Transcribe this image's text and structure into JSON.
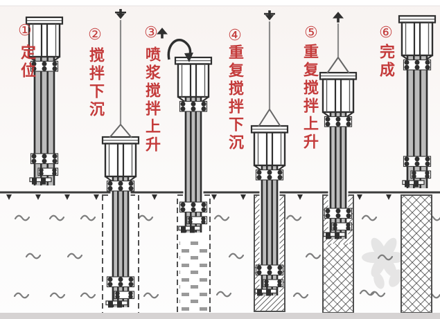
{
  "steps": [
    {
      "number": "①",
      "label": "定位",
      "icons": []
    },
    {
      "number": "②",
      "label": "搅拌下沉",
      "icons": [
        "lower-arrow"
      ]
    },
    {
      "number": "③",
      "label": "喷浆搅拌上升",
      "icons": [
        "raise-arrow",
        "grout-injection-arrow"
      ]
    },
    {
      "number": "④",
      "label": "重复搅拌下沉",
      "icons": [
        "lower-arrow"
      ]
    },
    {
      "number": "⑤",
      "label": "重复搅拌上升",
      "icons": [
        "raise-arrow"
      ]
    },
    {
      "number": "⑥",
      "label": "完成",
      "icons": []
    }
  ],
  "colors": {
    "label_red": "#c43b3b",
    "line_dark": "#2f2f2f",
    "line_mid": "#4a4a4a",
    "cable_gray": "#8b8b8b",
    "rod_fill_gray": "#bcbcbc",
    "soil_gray": "#7d7d7d",
    "dash_fill_gray": "#9a9a9a",
    "watermark_gray": "#adadad",
    "bottom_band": "#d6d3d3"
  }
}
